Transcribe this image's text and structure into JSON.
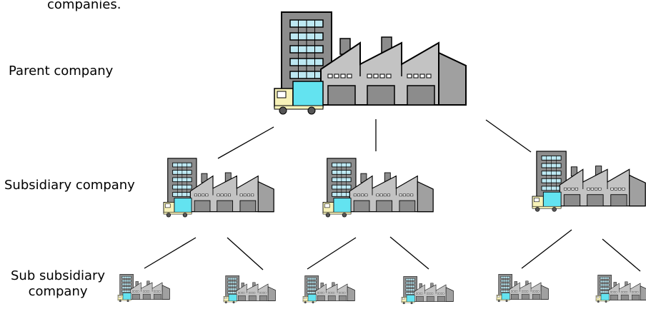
{
  "caption_fragment": "companies.",
  "levels": {
    "parent": "Parent company",
    "subsidiary": "Subsidiary company",
    "sub_subsidiary_line1": "Sub subsidiary",
    "sub_subsidiary_line2": "company"
  },
  "tree": {
    "parent_count": 1,
    "subsidiary_count": 3,
    "sub_subsidiary_count": 6
  },
  "icons": {
    "company": "factory-with-office-tower-and-truck-icon"
  },
  "colors": {
    "building_dark": "#8c8c8c",
    "building_light": "#c3c3c3",
    "window": "#bde8f2",
    "truck_cab": "#f7f2b8",
    "truck_body": "#63e3f0",
    "line": "#000000"
  }
}
